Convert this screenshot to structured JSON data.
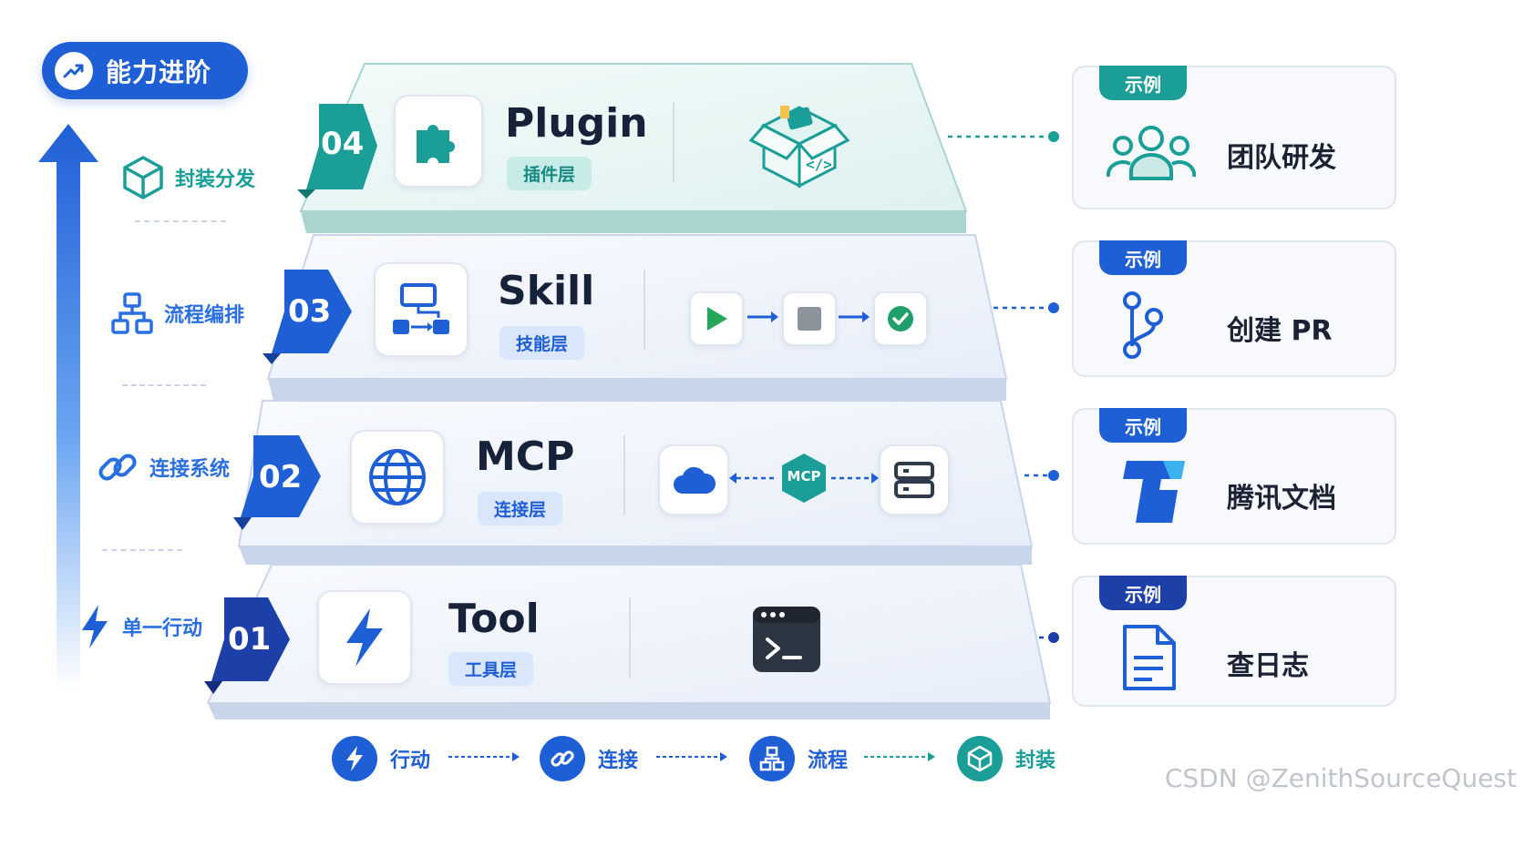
{
  "header": {
    "title": "能力进阶"
  },
  "side_labels": [
    "封装分发",
    "流程编排",
    "连接系统",
    "单一行动"
  ],
  "layers": [
    {
      "num": "04",
      "title": "Plugin",
      "badge": "插件层"
    },
    {
      "num": "03",
      "title": "Skill",
      "badge": "技能层"
    },
    {
      "num": "02",
      "title": "MCP",
      "badge": "连接层",
      "hub": "MCP"
    },
    {
      "num": "01",
      "title": "Tool",
      "badge": "工具层"
    }
  ],
  "examples": [
    {
      "tag": "示例",
      "text": "团队研发"
    },
    {
      "tag": "示例",
      "text": "创建 PR"
    },
    {
      "tag": "示例",
      "text": "腾讯文档"
    },
    {
      "tag": "示例",
      "text": "查日志"
    }
  ],
  "flow": [
    "行动",
    "连接",
    "流程",
    "封装"
  ],
  "watermark": "CSDN @ZenithSourceQuest",
  "colors": {
    "blue": "#1f5fd6",
    "teal": "#1a9e97",
    "navy": "#1d3fa8"
  }
}
